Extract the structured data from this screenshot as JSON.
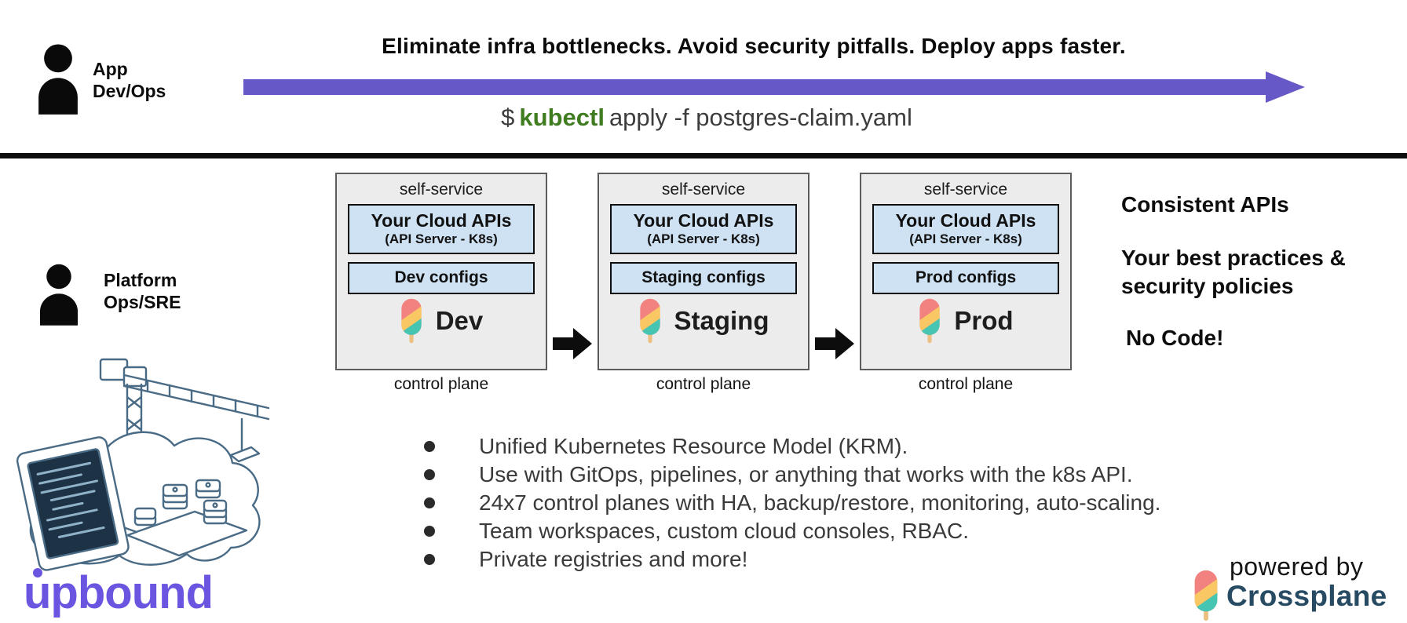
{
  "colors": {
    "accent-purple": "#6659c7",
    "brand-purple": "#6a55e1",
    "kubectl-green": "#3f7d20",
    "plane-fill": "#ececec",
    "plane-border": "#5c5c5c",
    "api-box-fill": "#cfe2f3",
    "crossplane-navy": "#274b63",
    "pop-salmon": "#f2827f",
    "pop-yellow": "#f9c763",
    "pop-teal": "#46c6b2",
    "pop-stick": "#ecc083",
    "illustration-stroke": "#4a6b85"
  },
  "header": {
    "persona": {
      "line1": "App",
      "line2": "Dev/Ops"
    },
    "headline": "Eliminate infra bottlenecks. Avoid security pitfalls. Deploy apps faster.",
    "command": {
      "prompt": "$",
      "keyword": "kubectl",
      "args": "apply -f postgres-claim.yaml"
    }
  },
  "left_panel": {
    "persona": {
      "line1": "Platform",
      "line2": "Ops/SRE"
    },
    "brand_wordmark": "upbound"
  },
  "control_planes": {
    "items": [
      {
        "zone_label": "self-service",
        "api_title": "Your Cloud APIs",
        "api_subtitle": "(API Server - K8s)",
        "configs_label": "Dev configs",
        "env_name": "Dev",
        "caption": "control plane"
      },
      {
        "zone_label": "self-service",
        "api_title": "Your Cloud APIs",
        "api_subtitle": "(API Server - K8s)",
        "configs_label": "Staging configs",
        "env_name": "Staging",
        "caption": "control plane"
      },
      {
        "zone_label": "self-service",
        "api_title": "Your Cloud APIs",
        "api_subtitle": "(API Server - K8s)",
        "configs_label": "Prod configs",
        "env_name": "Prod",
        "caption": "control plane"
      }
    ]
  },
  "benefits": {
    "items": [
      "Consistent APIs",
      "Your best practices & security policies",
      "No Code!"
    ]
  },
  "features": {
    "items": [
      "Unified Kubernetes Resource Model (KRM).",
      "Use with GitOps, pipelines, or anything that works with the k8s API.",
      "24x7 control planes with HA, backup/restore, monitoring, auto-scaling.",
      "Team workspaces, custom cloud consoles, RBAC.",
      "Private registries and more!"
    ]
  },
  "footer": {
    "powered_by": "powered by",
    "brand": "Crossplane"
  }
}
